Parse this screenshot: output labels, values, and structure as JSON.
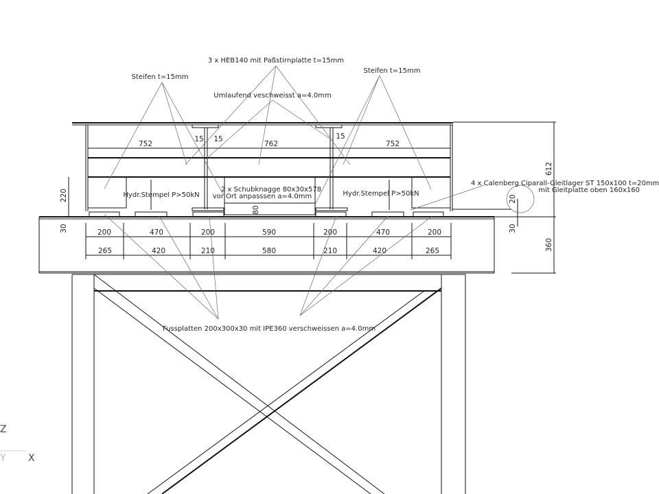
{
  "drawing": {
    "labels": {
      "heb": "3 x HEB140 mit Paßstirnplatte t=15mm",
      "steifen_left": "Steifen t=15mm",
      "steifen_right": "Steifen t=15mm",
      "umlaufend": "Umlaufend veschweisst a=4.0mm",
      "stempel_left": "Hydr.Stempel P>50kN",
      "stempel_right": "Hydr.Stempel P>50kN",
      "schub_1": "2 x Schubknagge 80x30x578",
      "schub_2": "vor Ort anpasssen a=4.0mm",
      "calenberg_1": "4 x Calenberg Ciparall-Gleitlager ST 150x100 t=20mm",
      "calenberg_2": "mit Gleitplatte oben 160x160",
      "fussplatten": "Fussplatten 200x300x30 mit IPE360 verschweissen a=4.0mm"
    },
    "top_dims": [
      "752",
      "15",
      "15",
      "762",
      "15",
      "752"
    ],
    "side_dims": {
      "d220": "220",
      "d80": "80",
      "d30_left": "30",
      "d30_right": "30",
      "d20": "20",
      "d612": "612",
      "d360": "360"
    },
    "row1": [
      "200",
      "470",
      "200",
      "590",
      "200",
      "470",
      "200"
    ],
    "row2": [
      "265",
      "420",
      "210",
      "580",
      "210",
      "420",
      "265"
    ]
  },
  "axes": {
    "z": "Z",
    "y": "Y",
    "x": "X"
  }
}
